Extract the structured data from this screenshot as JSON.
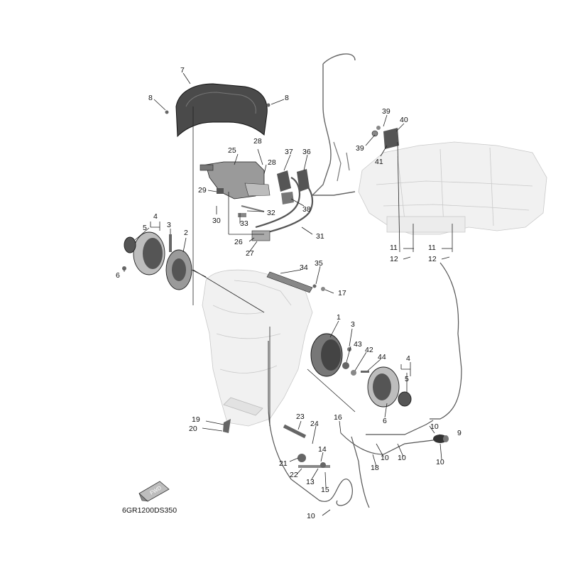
{
  "diagram": {
    "code": "6GR1200DS350",
    "fwd_label": "FWD",
    "callouts": [
      {
        "id": "c7",
        "text": "7"
      },
      {
        "id": "c8a",
        "text": "8"
      },
      {
        "id": "c8b",
        "text": "8"
      },
      {
        "id": "c28a",
        "text": "28"
      },
      {
        "id": "c28b",
        "text": "28"
      },
      {
        "id": "c25",
        "text": "25"
      },
      {
        "id": "c29",
        "text": "29"
      },
      {
        "id": "c30",
        "text": "30"
      },
      {
        "id": "c32",
        "text": "32"
      },
      {
        "id": "c33",
        "text": "33"
      },
      {
        "id": "c26",
        "text": "26"
      },
      {
        "id": "c27",
        "text": "27"
      },
      {
        "id": "c31",
        "text": "31"
      },
      {
        "id": "c37",
        "text": "37"
      },
      {
        "id": "c36",
        "text": "36"
      },
      {
        "id": "c38",
        "text": "38"
      },
      {
        "id": "c39a",
        "text": "39"
      },
      {
        "id": "c39b",
        "text": "39"
      },
      {
        "id": "c40",
        "text": "40"
      },
      {
        "id": "c41",
        "text": "41"
      },
      {
        "id": "c11a",
        "text": "11"
      },
      {
        "id": "c11b",
        "text": "11"
      },
      {
        "id": "c12a",
        "text": "12"
      },
      {
        "id": "c12b",
        "text": "12"
      },
      {
        "id": "c4a",
        "text": "4"
      },
      {
        "id": "c5a",
        "text": "5"
      },
      {
        "id": "c3a",
        "text": "3"
      },
      {
        "id": "c2",
        "text": "2"
      },
      {
        "id": "c6a",
        "text": "6"
      },
      {
        "id": "c34",
        "text": "34"
      },
      {
        "id": "c35",
        "text": "35"
      },
      {
        "id": "c17",
        "text": "17"
      },
      {
        "id": "c1",
        "text": "1"
      },
      {
        "id": "c3b",
        "text": "3"
      },
      {
        "id": "c43",
        "text": "43"
      },
      {
        "id": "c42",
        "text": "42"
      },
      {
        "id": "c44",
        "text": "44"
      },
      {
        "id": "c4b",
        "text": "4"
      },
      {
        "id": "c5b",
        "text": "5"
      },
      {
        "id": "c6b",
        "text": "6"
      },
      {
        "id": "c19",
        "text": "19"
      },
      {
        "id": "c20",
        "text": "20"
      },
      {
        "id": "c23",
        "text": "23"
      },
      {
        "id": "c24",
        "text": "24"
      },
      {
        "id": "c16",
        "text": "16"
      },
      {
        "id": "c14",
        "text": "14"
      },
      {
        "id": "c21",
        "text": "21"
      },
      {
        "id": "c22",
        "text": "22"
      },
      {
        "id": "c13",
        "text": "13"
      },
      {
        "id": "c15",
        "text": "15"
      },
      {
        "id": "c18",
        "text": "18"
      },
      {
        "id": "c10a",
        "text": "10"
      },
      {
        "id": "c10b",
        "text": "10"
      },
      {
        "id": "c10c",
        "text": "10"
      },
      {
        "id": "c10d",
        "text": "10"
      },
      {
        "id": "c10e",
        "text": "10"
      },
      {
        "id": "c9",
        "text": "9"
      }
    ]
  }
}
